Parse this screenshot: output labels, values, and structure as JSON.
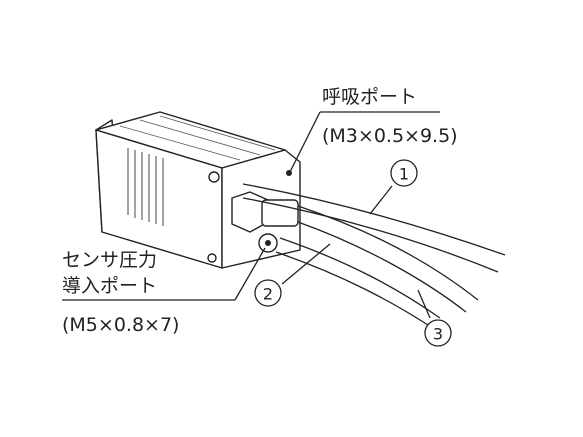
{
  "labels": {
    "breathing_port": "呼吸ポート",
    "breathing_port_spec": "(M3×0.5×9.5)",
    "sensor_port_line1": "センサ圧力",
    "sensor_port_line2": "導入ポート",
    "sensor_port_spec": "(M5×0.8×7)"
  },
  "callouts": [
    {
      "number": "1"
    },
    {
      "number": "2"
    },
    {
      "number": "3"
    }
  ]
}
